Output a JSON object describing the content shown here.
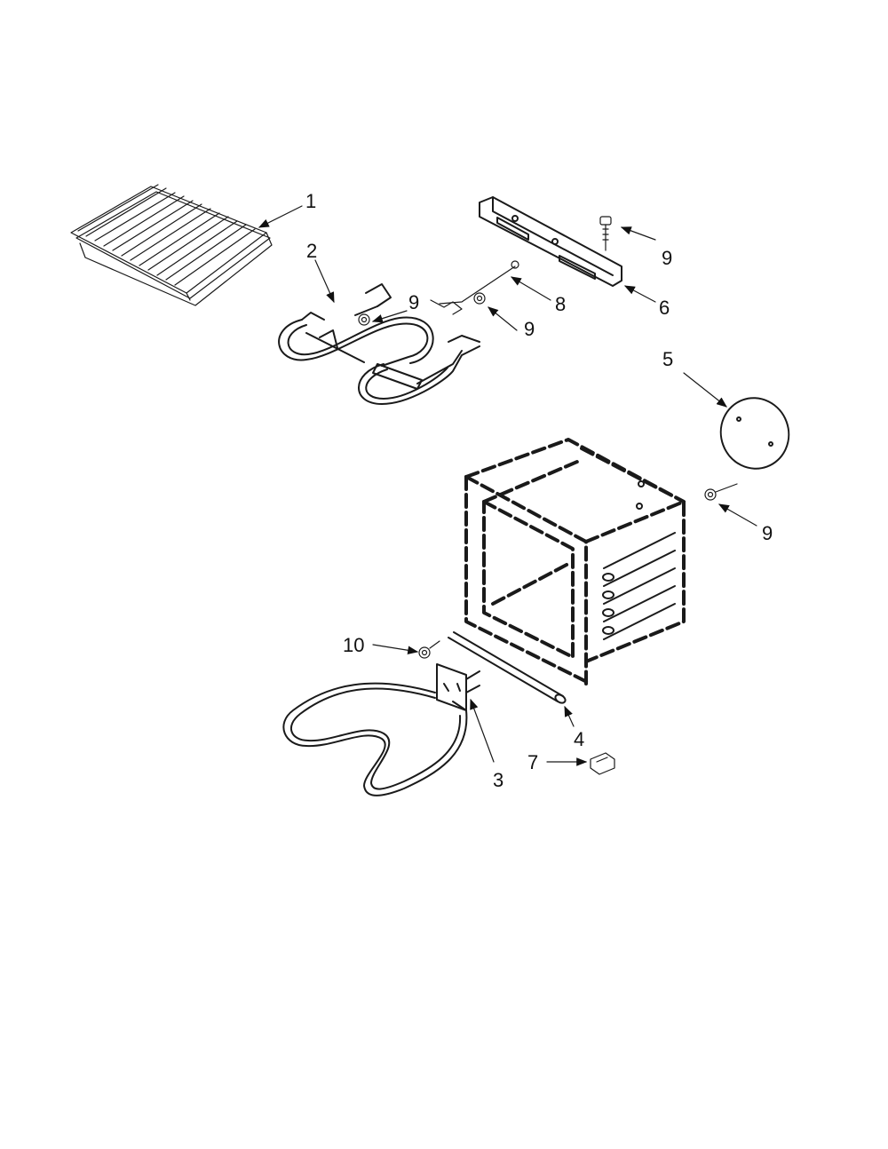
{
  "diagram": {
    "callouts": [
      {
        "id": "callout-1",
        "text": "1"
      },
      {
        "id": "callout-2",
        "text": "2"
      },
      {
        "id": "callout-9-top",
        "text": "9"
      },
      {
        "id": "callout-9-heater",
        "text": "9"
      },
      {
        "id": "callout-9-bracket",
        "text": "9"
      },
      {
        "id": "callout-8",
        "text": "8"
      },
      {
        "id": "callout-6",
        "text": "6"
      },
      {
        "id": "callout-5",
        "text": "5"
      },
      {
        "id": "callout-9-cover",
        "text": "9"
      },
      {
        "id": "callout-10",
        "text": "10"
      },
      {
        "id": "callout-4",
        "text": "4"
      },
      {
        "id": "callout-7",
        "text": "7"
      },
      {
        "id": "callout-3",
        "text": "3"
      }
    ]
  }
}
